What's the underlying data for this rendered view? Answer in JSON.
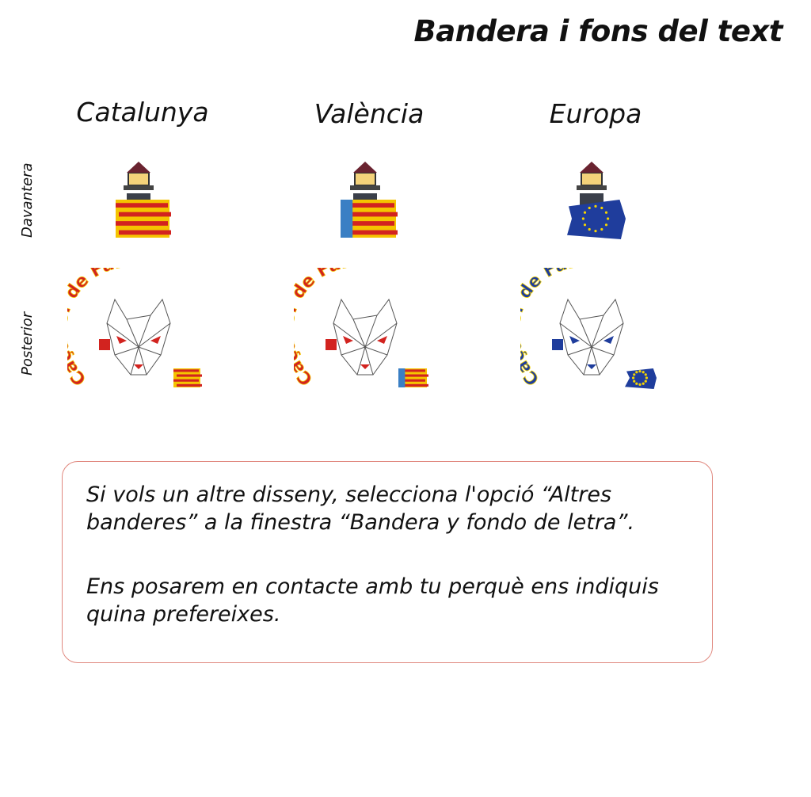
{
  "title": "Bandera i fons del text",
  "columns": [
    {
      "label": "Catalunya",
      "flag": "catalonia",
      "colors": [
        "#f5c400",
        "#d2231f"
      ]
    },
    {
      "label": "València",
      "flag": "valencia",
      "colors": [
        "#f5c400",
        "#d2231f",
        "#3a7fc4"
      ]
    },
    {
      "label": "Europa",
      "flag": "europe",
      "colors": [
        "#1f3d9c",
        "#f5d400"
      ]
    }
  ],
  "rows": {
    "front": "Davantera",
    "back": "Posterior"
  },
  "logo_text": "Caçador de Fars",
  "note": {
    "paragraph1": "Si vols un altre disseny, selecciona l'opció “Altres banderes” a la finestra “Bandera y fondo de letra”.",
    "paragraph2": "Ens posarem en contacte amb tu perquè ens indiquis quina prefereixes."
  },
  "border_color": "#e0887e"
}
